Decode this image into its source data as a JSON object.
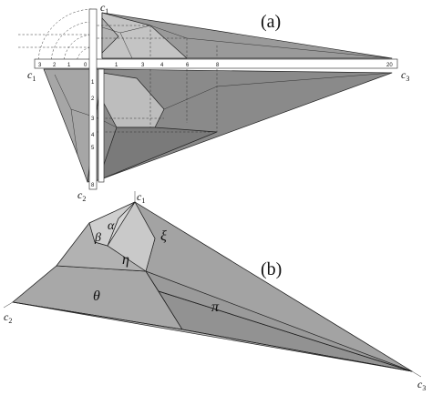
{
  "panel_a": {
    "label": "(a)",
    "axis_c1": "c",
    "axis_c1_sub": "1",
    "axis_c1_left": "c",
    "axis_c1_left_sub": "1",
    "axis_c2": "c",
    "axis_c2_sub": "2",
    "axis_c3": "c",
    "axis_c3_sub": "3",
    "top_ticks": [
      "3",
      "2",
      "1",
      "0",
      "1",
      "3",
      "4",
      "6",
      "8",
      "20"
    ],
    "left_ticks": [
      "1",
      "2",
      "3",
      "4",
      "5",
      "8"
    ],
    "colors": {
      "light": "#c8c8c8",
      "mid": "#a9a9a9",
      "dark": "#8f8f8f",
      "darker": "#7d7d7d"
    }
  },
  "panel_b": {
    "label": "(b)",
    "vertex_c1": "c",
    "vertex_c1_sub": "1",
    "vertex_c2": "c",
    "vertex_c2_sub": "2",
    "vertex_c3": "c",
    "vertex_c3_sub": "3",
    "faces": {
      "alpha": "α",
      "beta": "β",
      "xi": "ξ",
      "eta": "η",
      "theta": "θ",
      "pi": "π"
    },
    "colors": {
      "light": "#cdcdcd",
      "mid": "#b0b0b0",
      "dark": "#9a9a9a",
      "darker": "#888888"
    }
  }
}
